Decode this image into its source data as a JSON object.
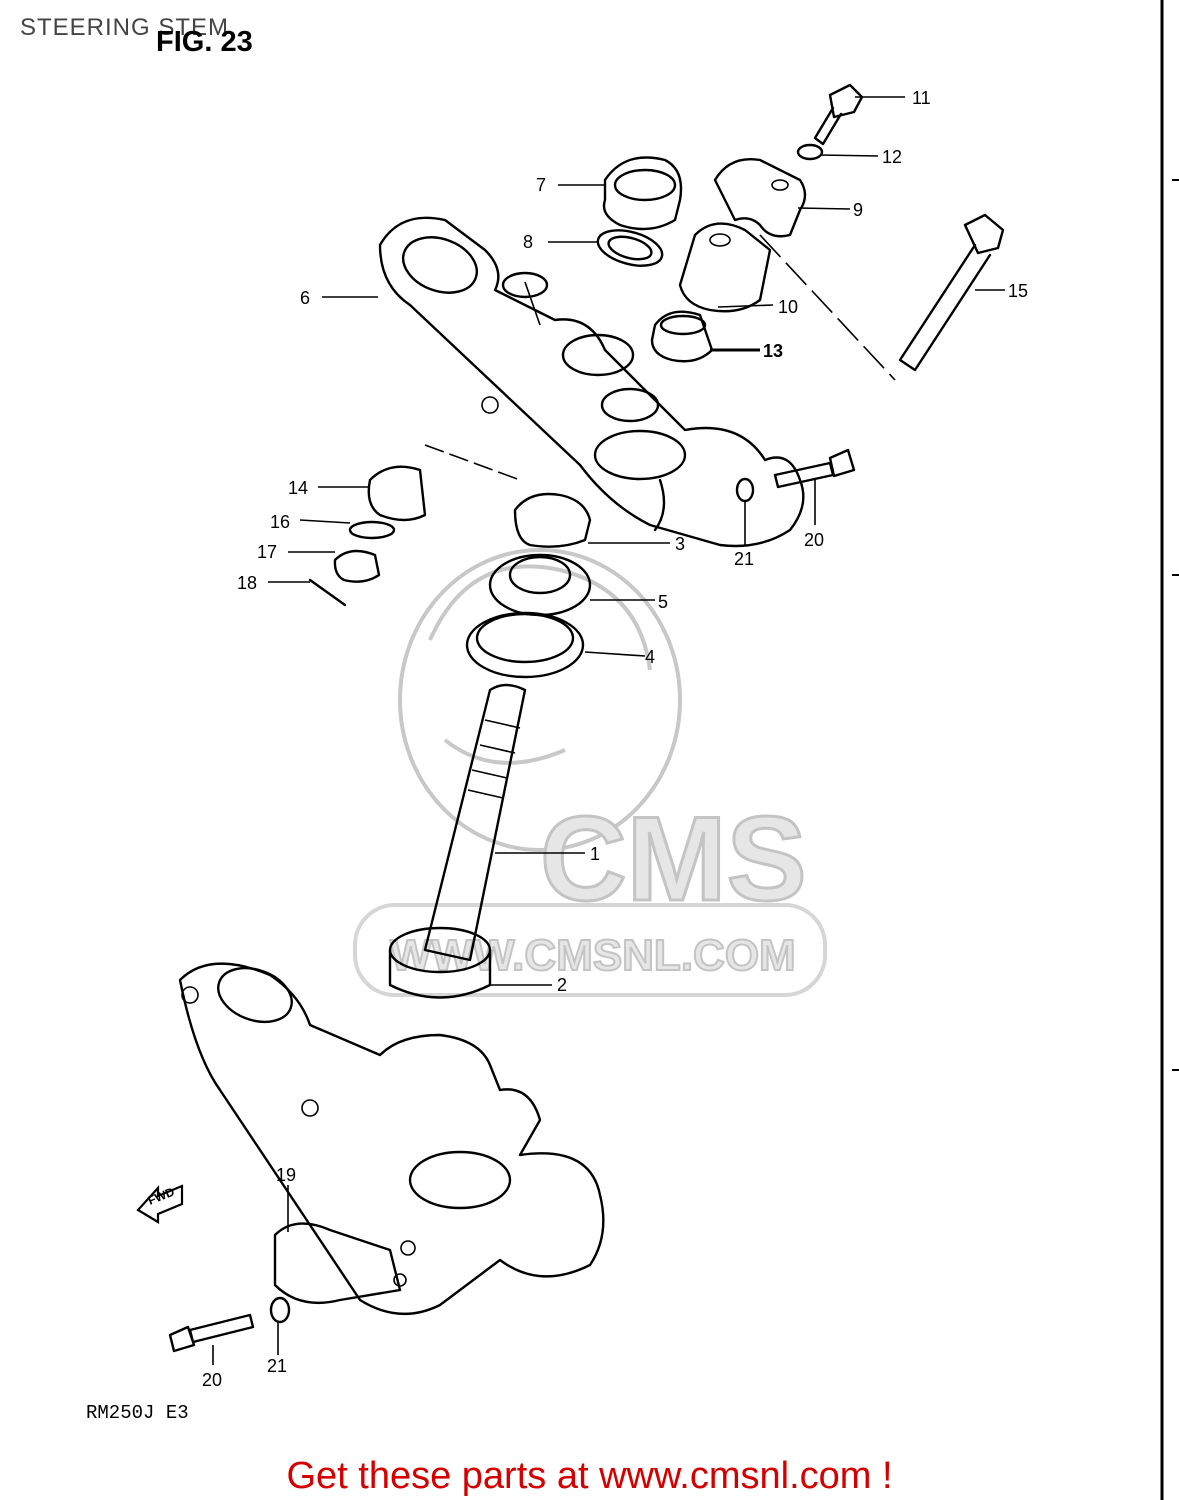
{
  "header": {
    "section_title": "STEERING STEM",
    "figure_label": "FIG. 23"
  },
  "diagram": {
    "model_code": "RM250J  E3",
    "direction_arrow": "FWD",
    "watermark": {
      "logo": "CMS",
      "url": "WWW.CMSNL.COM"
    },
    "callouts": [
      "1",
      "2",
      "3",
      "4",
      "5",
      "6",
      "7",
      "8",
      "9",
      "10",
      "11",
      "12",
      "13",
      "14",
      "15",
      "16",
      "17",
      "18",
      "19",
      "20",
      "20",
      "21",
      "21"
    ]
  },
  "footer": {
    "link_text": "Get these parts at www.cmsnl.com !",
    "link_color": "#d40000"
  }
}
